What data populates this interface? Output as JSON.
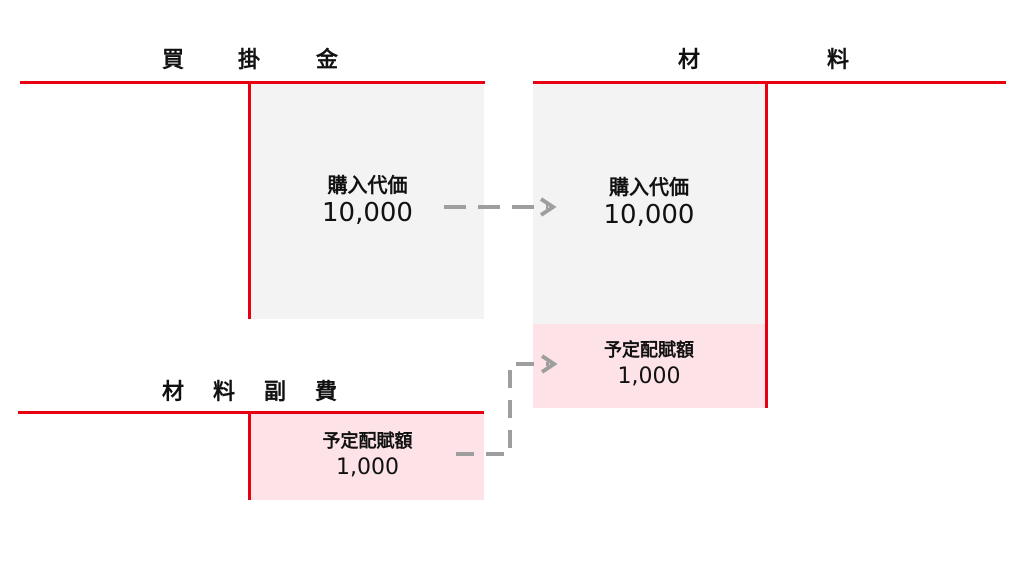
{
  "accounts_payable": {
    "title_chars": [
      "買",
      "掛",
      "金"
    ],
    "entry": {
      "label": "購入代価",
      "value": "10,000"
    }
  },
  "materials": {
    "title_chars": [
      "材",
      "料"
    ],
    "entries": [
      {
        "label": "購入代価",
        "value": "10,000"
      },
      {
        "label": "予定配賦額",
        "value": "1,000"
      }
    ]
  },
  "material_incidental_costs": {
    "title_chars": [
      "材",
      "料",
      "副",
      "費"
    ],
    "entry": {
      "label": "予定配賦額",
      "value": "1,000"
    }
  },
  "colors": {
    "t_account_line": "#e60012",
    "purchase_box": "#f3f3f3",
    "allocation_box": "#fde3e7",
    "arrow": "#9e9e9e"
  }
}
